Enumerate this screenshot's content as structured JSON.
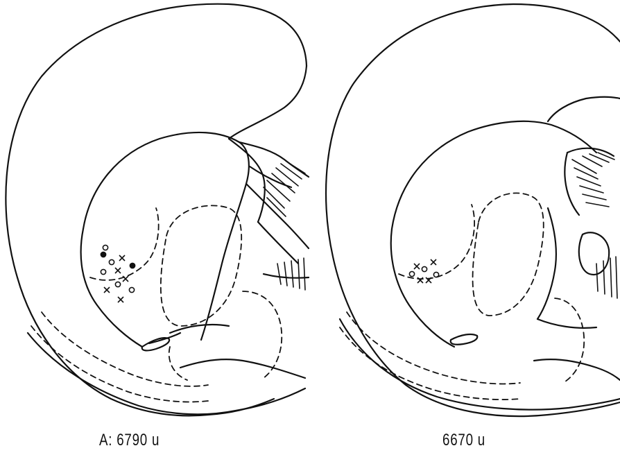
{
  "figure": {
    "ink_color": "#111111",
    "background": "#ffffff",
    "sections": [
      {
        "caption": "A: 6790 u"
      },
      {
        "caption": "6670 u"
      }
    ],
    "marker_legend": [
      "x",
      "o",
      "filled-o"
    ]
  }
}
